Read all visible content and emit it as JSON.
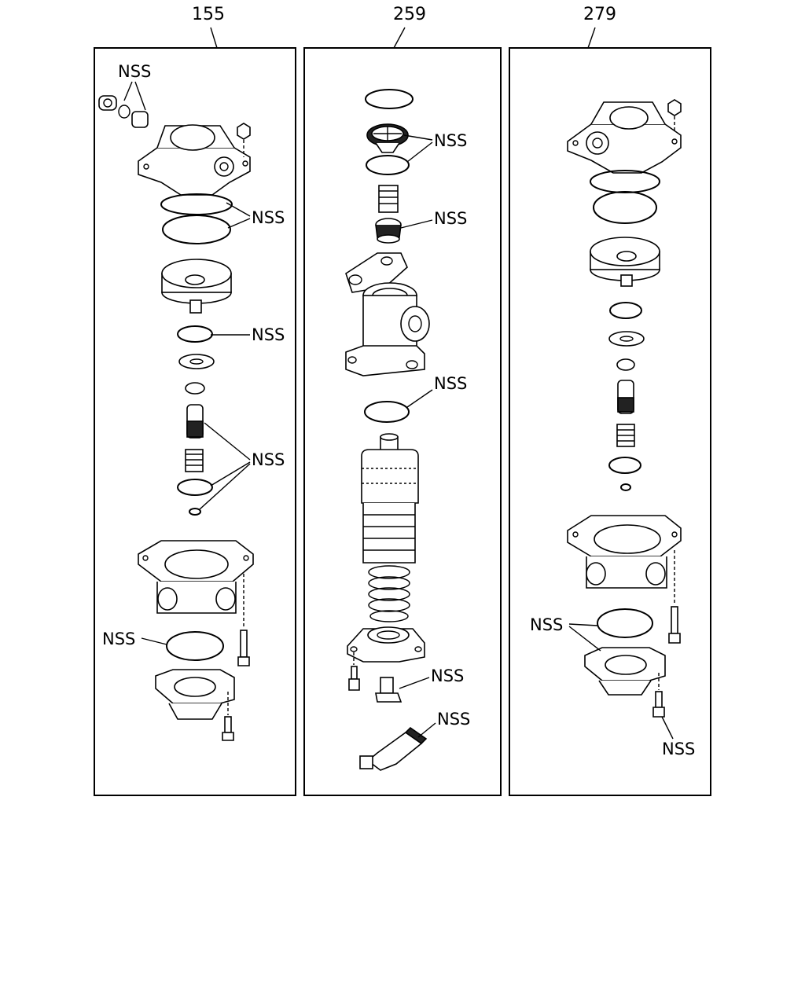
{
  "panels": [
    {
      "ref": "155"
    },
    {
      "ref": "259"
    },
    {
      "ref": "279"
    }
  ],
  "nss_text": "NSS"
}
